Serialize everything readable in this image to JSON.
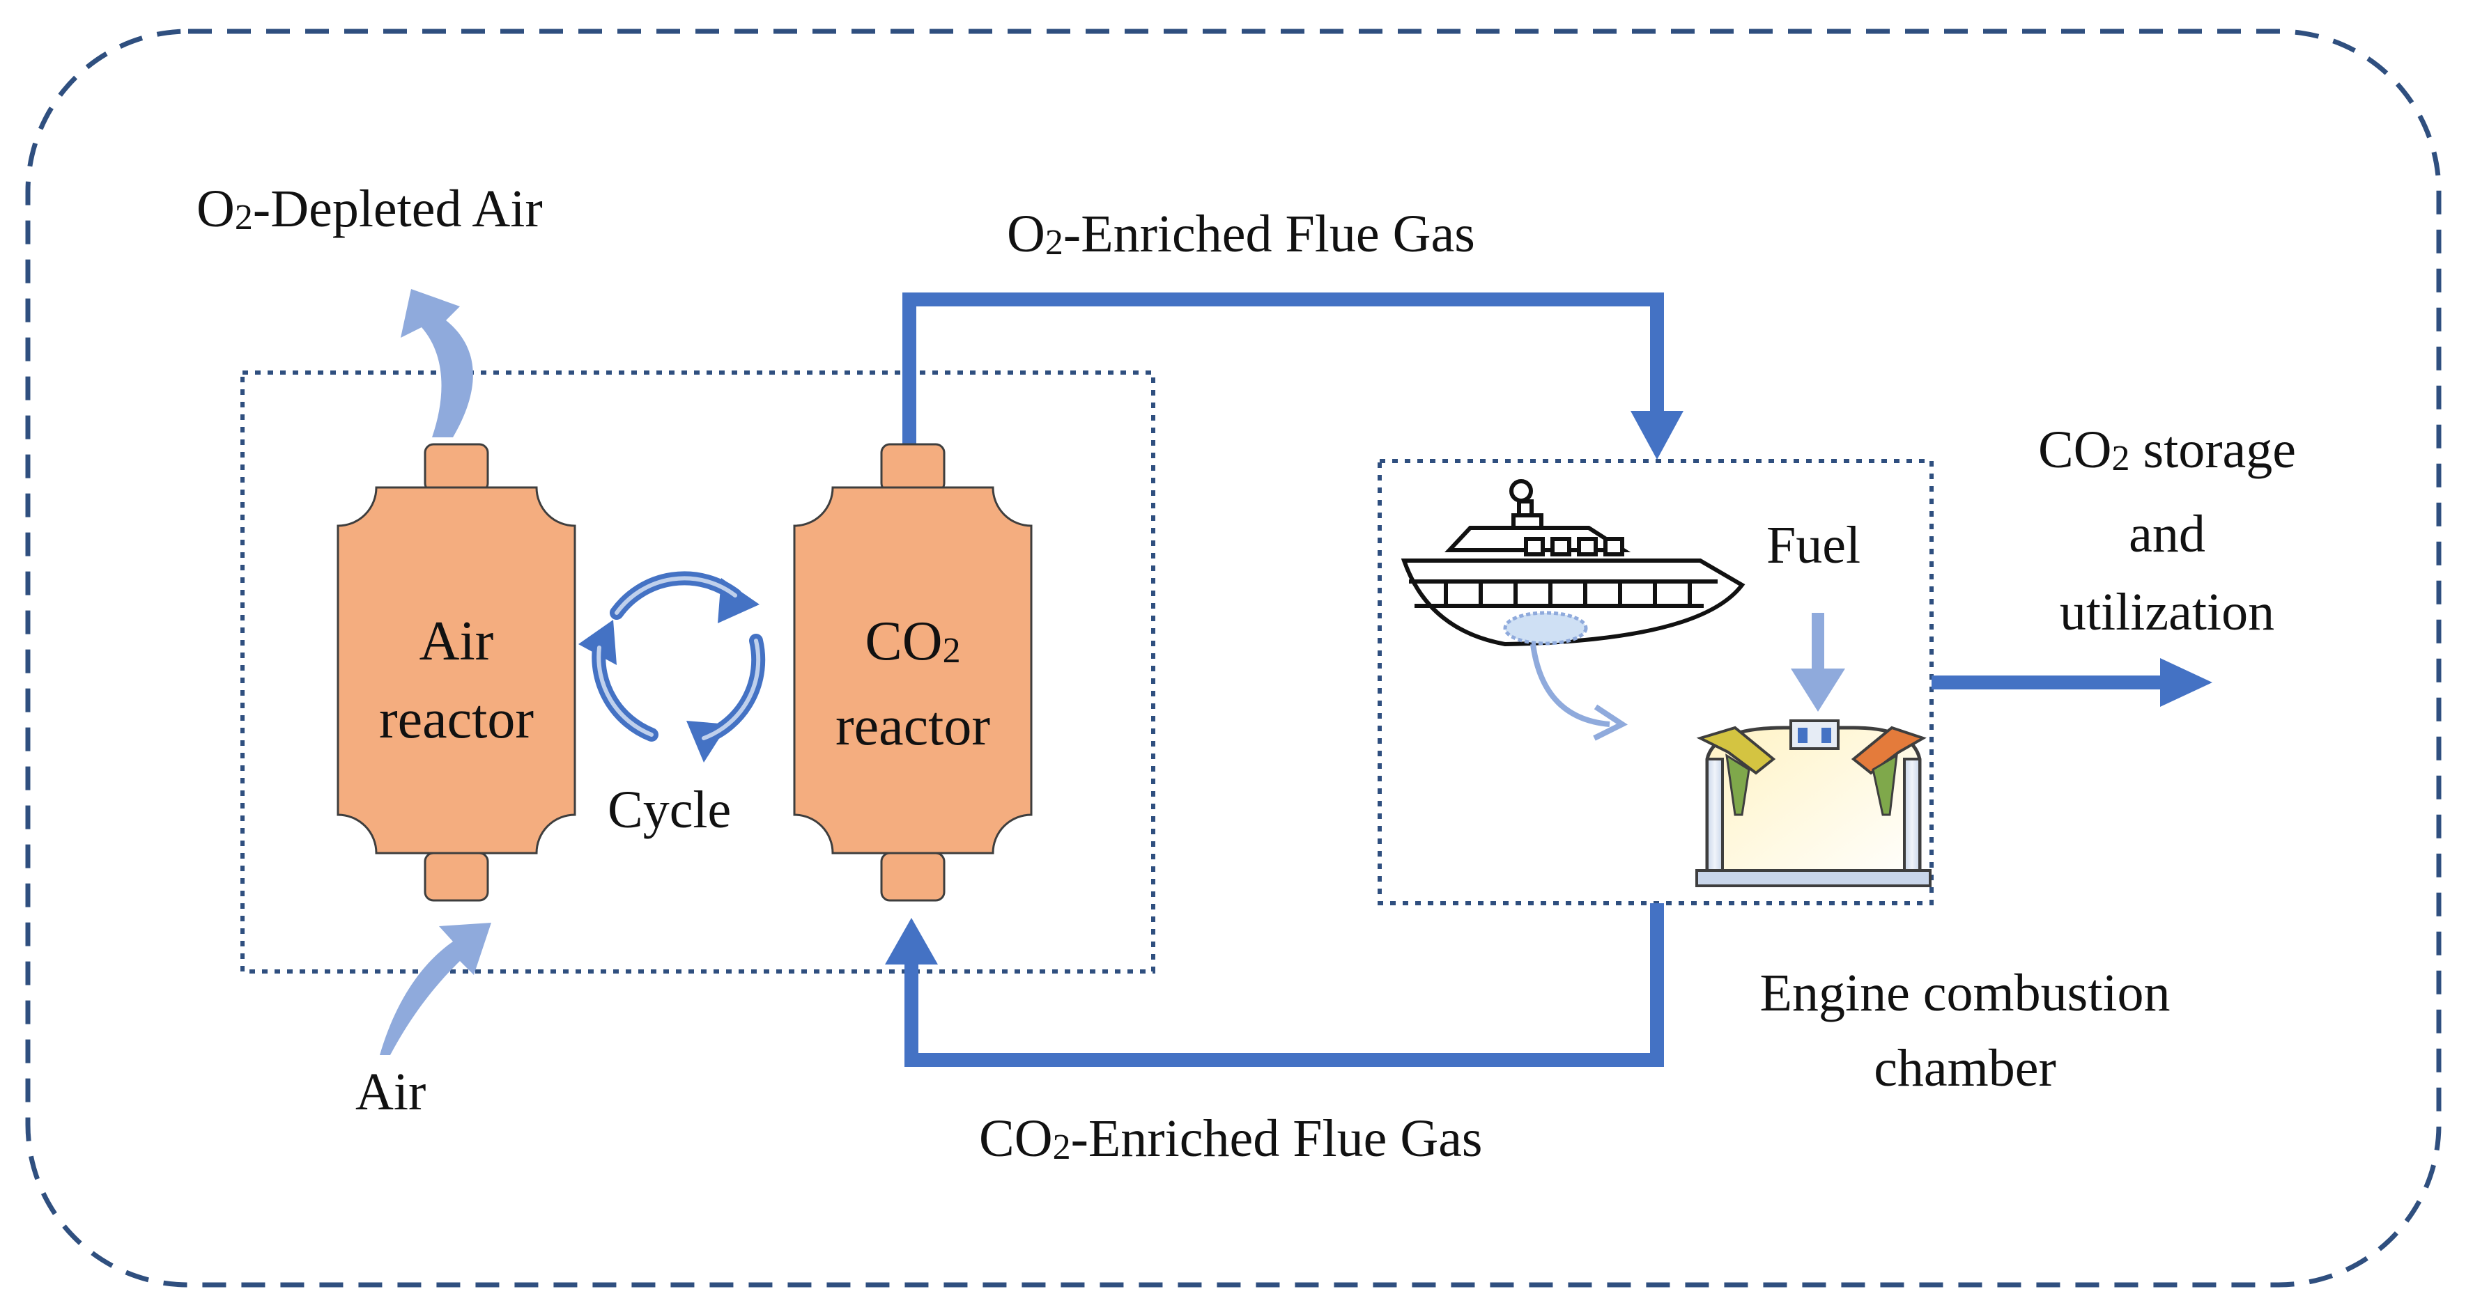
{
  "labels": {
    "o2_depleted_air": {
      "o": "O",
      "sub": "2",
      "rest": "-Depleted Air"
    },
    "o2_enriched_flue_gas": {
      "o": "O",
      "sub": "2",
      "rest": "-Enriched Flue Gas"
    },
    "co2_enriched_flue_gas": {
      "pre": "CO",
      "sub": "2",
      "rest": "-Enriched Flue Gas"
    },
    "co2_storage": {
      "line1_pre": "CO",
      "line1_sub": "2",
      "line1_rest": " storage",
      "line2": "and",
      "line3": "utilization"
    },
    "air_reactor": {
      "line1": "Air",
      "line2": "reactor"
    },
    "co2_reactor": {
      "line1_pre": "CO",
      "line1_sub": "2",
      "line2": "reactor"
    },
    "cycle": "Cycle",
    "air": "Air",
    "fuel": "Fuel",
    "engine": {
      "line1": "Engine combustion",
      "line2": "chamber"
    }
  },
  "colors": {
    "reactor_fill": "#F4AD7F",
    "reactor_stroke": "#3E3E3E",
    "flow_blue": "#4472C4",
    "light_blue": "#8FAADC",
    "border_navy": "#2F4F7F",
    "dotted": "#2F4F7F"
  },
  "icons": {
    "ship": "ship-icon",
    "engine": "engine-chamber-icon",
    "cycle": "cycle-arrows-icon"
  }
}
